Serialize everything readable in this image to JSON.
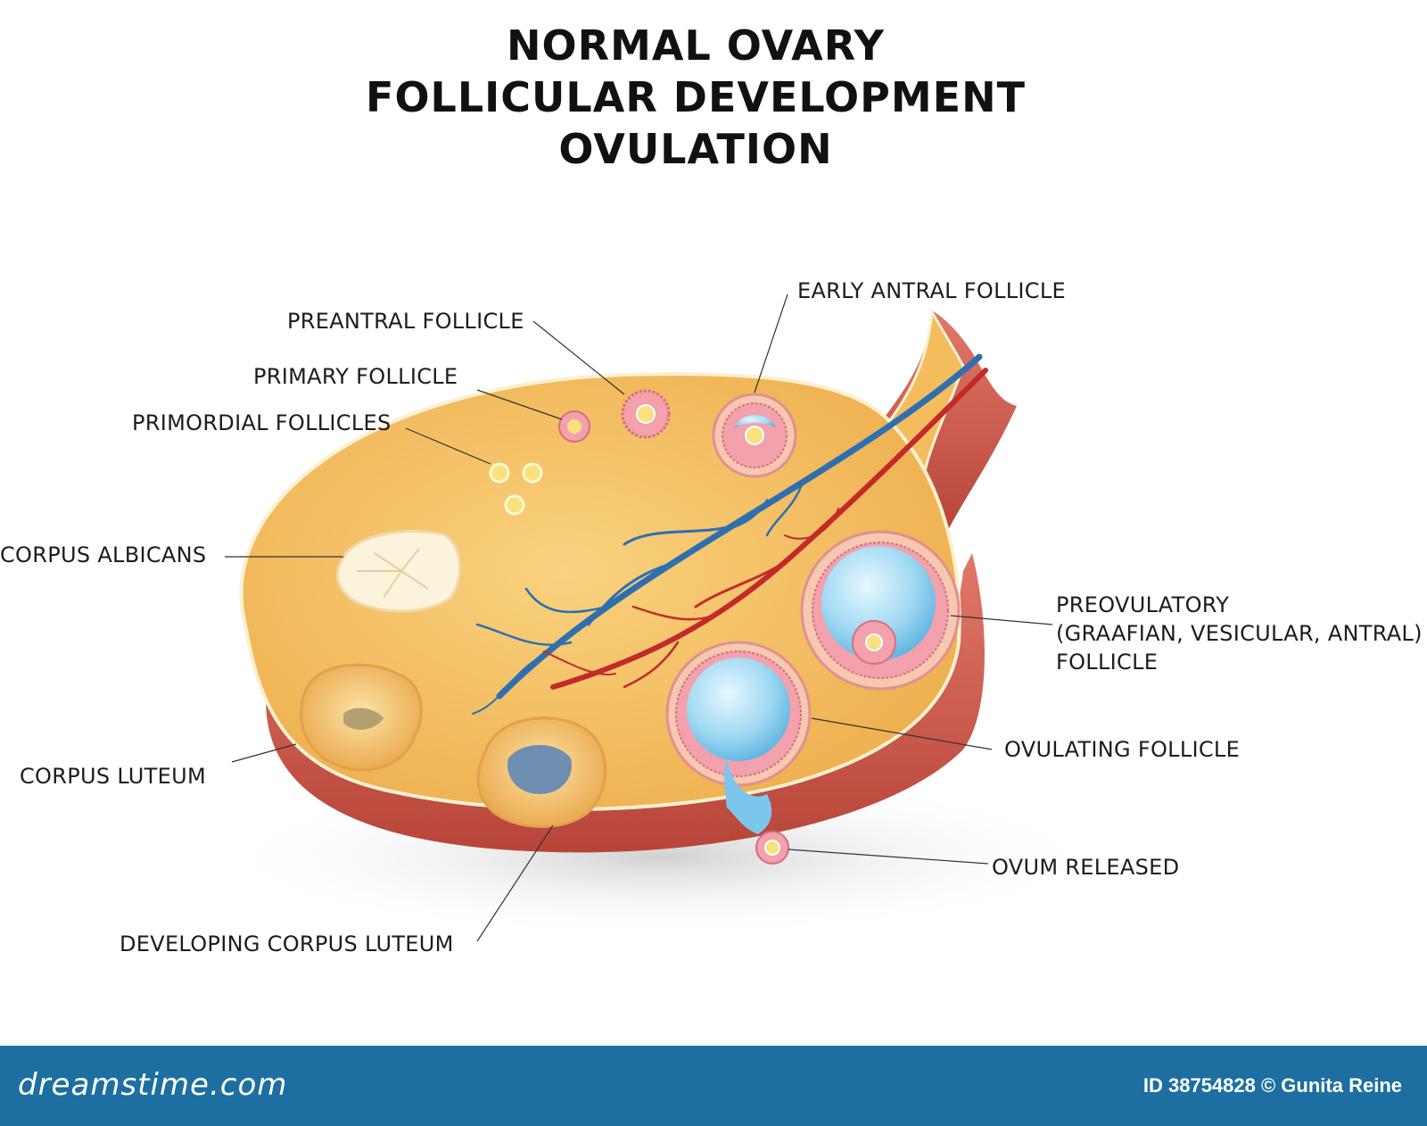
{
  "title": {
    "line1": "NORMAL OVARY",
    "line2": "FOLLICULAR DEVELOPMENT",
    "line3": "OVULATION"
  },
  "labels": {
    "early_antral": "EARLY ANTRAL FOLLICLE",
    "preantral": "PREANTRAL FOLLICLE",
    "primary": "PRIMARY FOLLICLE",
    "primordial": "PRIMORDIAL FOLLICLES",
    "corpus_albicans": "CORPUS ALBICANS",
    "preovulatory_1": "PREOVULATORY",
    "preovulatory_2": "(GRAAFIAN, VESICULAR, ANTRAL)",
    "preovulatory_3": "FOLLICLE",
    "ovulating": "OVULATING FOLLICLE",
    "corpus_luteum": "CORPUS LUTEUM",
    "ovum_released": "OVUM RELEASED",
    "developing_cl": "DEVELOPING CORPUS LUTEUM"
  },
  "footer": {
    "brand": "dreamstime.com",
    "credit": "ID 38754828 © Gunita Reine"
  },
  "colors": {
    "ovary_fill": "#f6c46a",
    "ovary_edge": "#c94f45",
    "vein": "#2f6fb0",
    "artery": "#c22a2a",
    "antrum": "#9fd8f2",
    "footer_bg": "#1c6fa0"
  }
}
